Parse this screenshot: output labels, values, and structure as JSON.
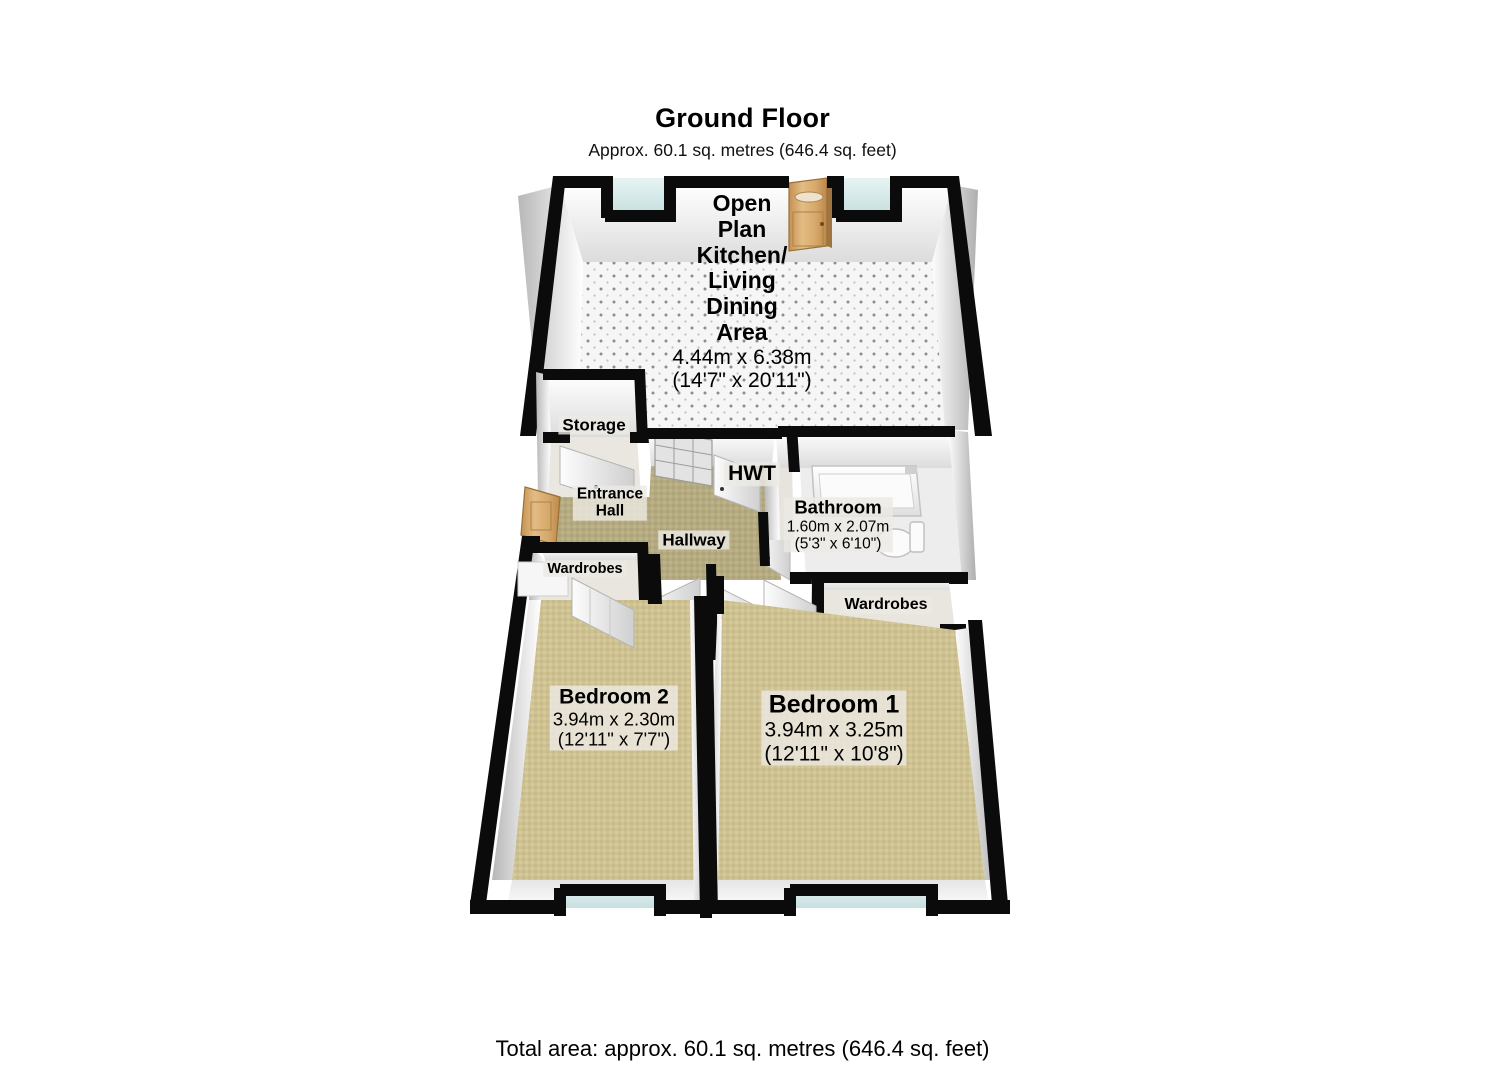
{
  "header": {
    "title": "Ground Floor",
    "subtitle": "Approx. 60.1 sq. metres (646.4 sq. feet)"
  },
  "footer": {
    "total_area": "Total area: approx. 60.1 sq. metres (646.4 sq. feet)"
  },
  "rooms": {
    "open_plan": {
      "name": "Open\nPlan\nKitchen/\nLiving\nDining\nArea",
      "name_lines": [
        "Open",
        "Plan",
        "Kitchen/",
        "Living",
        "Dining",
        "Area"
      ],
      "dim_metric": "4.44m x 6.38m",
      "dim_imperial": "(14'7\" x 20'11\")"
    },
    "bedroom1": {
      "name": "Bedroom 1",
      "dim_metric": "3.94m x 3.25m",
      "dim_imperial": "(12'11\" x 10'8\")"
    },
    "bedroom2": {
      "name": "Bedroom 2",
      "dim_metric": "3.94m x 2.30m",
      "dim_imperial": "(12'11\" x 7'7\")"
    },
    "bathroom": {
      "name": "Bathroom",
      "dim_metric": "1.60m x 2.07m",
      "dim_imperial": "(5'3\" x 6'10\")"
    },
    "storage": {
      "name": "Storage"
    },
    "entrance_hall": {
      "name": "Entrance\nHall",
      "line1": "Entrance",
      "line2": "Hall"
    },
    "hallway": {
      "name": "Hallway"
    },
    "hwt": {
      "name": "HWT"
    },
    "wardrobes_left": {
      "name": "Wardrobes"
    },
    "wardrobes_right": {
      "name": "Wardrobes"
    }
  },
  "colors": {
    "wall_outline": "#000000",
    "wall_face": "#ffffff",
    "wall_shade_light": "#f2f2f2",
    "wall_shade_mid": "#d8d8d8",
    "wall_shade_dark": "#b9b9b9",
    "carpet_bedroom": "#cfc292",
    "carpet_hall": "#b5ab81",
    "floor_kitchen": "#f4f4f4",
    "window_glass": "#d9ecec",
    "door_wood": "#d9a86a",
    "bath_white": "#fbfbfb",
    "label_chip": "#ecebe4"
  },
  "features": {
    "windows": [
      "window-top-left",
      "window-top-right",
      "window-bed2-bottom",
      "window-bed1-bottom"
    ],
    "doors": [
      "front-door",
      "entrance-door",
      "storage-door",
      "hall-door-1",
      "hall-door-2",
      "bed2-door",
      "bed1-door",
      "bathroom-door",
      "wardrobe-doors-left",
      "wardrobe-doors-right"
    ],
    "fixtures": [
      "bathtub",
      "toilet",
      "cistern",
      "hot-water-tank"
    ]
  }
}
